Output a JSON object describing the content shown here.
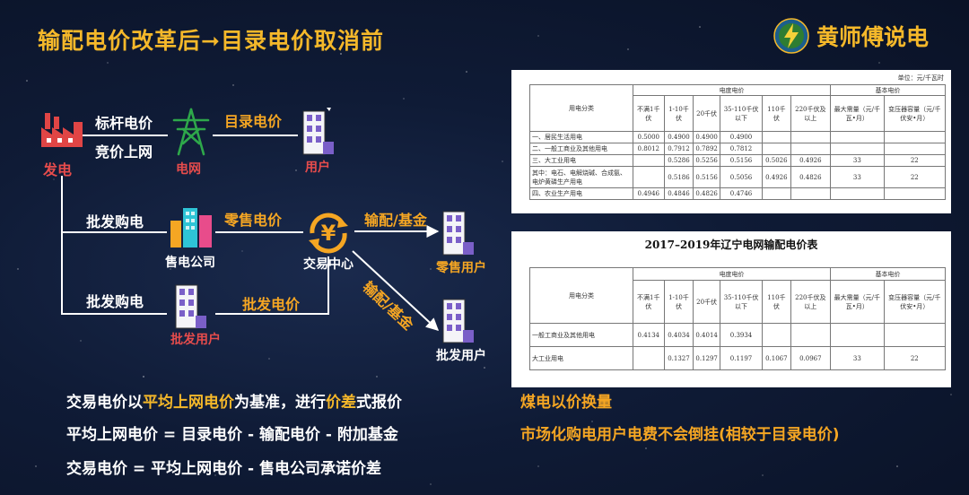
{
  "title": "输配电价改革后➞目录电价取消前",
  "brand": {
    "name": "黄师傅说电"
  },
  "diagram": {
    "power_gen": "发电",
    "grid": "电网",
    "user_top": "用户",
    "benchmark_price": "标杆电价",
    "bidding": "竞价上网",
    "catalog_price": "目录电价",
    "wholesale_buy_1": "批发购电",
    "wholesale_buy_2": "批发购电",
    "retail_company": "售电公司",
    "retail_price": "零售电价",
    "trading_center": "交易中心",
    "yen_symbol": "¥",
    "td_fund_1": "输配/基金",
    "td_fund_2": "输配/基金",
    "retail_user": "零售用户",
    "wholesale_user_left": "批发用户",
    "wholesale_user_right": "批发用户",
    "wholesale_price": "批发电价"
  },
  "table1": {
    "unit": "单位：元/千瓦时",
    "h_category": "用电分类",
    "h_energy": "电度电价",
    "h_basic": "基本电价",
    "h_cols": [
      "不满1千伏",
      "1-10千伏",
      "20千伏",
      "35-110千伏以下",
      "110千伏",
      "220千伏及以上"
    ],
    "h_basic_cols": [
      "最大需量（元/千瓦•月）",
      "变压器容量（元/千伏安•月）"
    ],
    "rows": [
      {
        "name": "一、居民生活用电",
        "v": [
          "0.5000",
          "0.4900",
          "0.4900",
          "0.4900",
          "",
          "",
          "",
          ""
        ]
      },
      {
        "name": "二、一般工商业及其他用电",
        "v": [
          "0.8012",
          "0.7912",
          "0.7892",
          "0.7812",
          "",
          "",
          "",
          ""
        ]
      },
      {
        "name": "三、大工业用电",
        "v": [
          "",
          "0.5286",
          "0.5256",
          "0.5156",
          "0.5026",
          "0.4926",
          "33",
          "22"
        ]
      },
      {
        "name": "其中：电石、电解烧碱、合成氨、电炉黄磷生产用电",
        "v": [
          "",
          "0.5186",
          "0.5156",
          "0.5056",
          "0.4926",
          "0.4826",
          "33",
          "22"
        ]
      },
      {
        "name": "四、农业生产用电",
        "v": [
          "0.4946",
          "0.4846",
          "0.4826",
          "0.4746",
          "",
          "",
          "",
          ""
        ]
      }
    ]
  },
  "table2": {
    "title": "2017–2019年辽宁电网输配电价表",
    "h_category": "用电分类",
    "h_energy": "电度电价",
    "h_basic": "基本电价",
    "h_cols": [
      "不满1千伏",
      "1-10千伏",
      "20千伏",
      "35-110千伏以下",
      "110千伏",
      "220千伏及以上"
    ],
    "h_basic_cols": [
      "最大需量（元/千瓦•月）",
      "变压器容量（元/千伏安•月）"
    ],
    "rows": [
      {
        "name": "一般工商业及其他用电",
        "v": [
          "0.4134",
          "0.4034",
          "0.4014",
          "0.3934",
          "",
          "",
          "",
          ""
        ]
      },
      {
        "name": "大工业用电",
        "v": [
          "",
          "0.1327",
          "0.1297",
          "0.1197",
          "0.1067",
          "0.0967",
          "33",
          "22"
        ]
      }
    ]
  },
  "bottom": {
    "line1_a": "交易电价以",
    "line1_b": "平均上网电价",
    "line1_c": "为基准，进行",
    "line1_d": "价差",
    "line1_e": "式报价",
    "line2": "平均上网电价 = 目录电价 - 输配电价 - 附加基金",
    "line3": "交易电价 = 平均上网电价 - 售电公司承诺价差",
    "right1": "煤电以价换量",
    "right2": "市场化购电用户电费不会倒挂(相较于目录电价)"
  },
  "colors": {
    "accent": "#f5b82a",
    "orange": "#f5a623",
    "red": "#e64c4c",
    "grid_green": "#2ea84a"
  }
}
